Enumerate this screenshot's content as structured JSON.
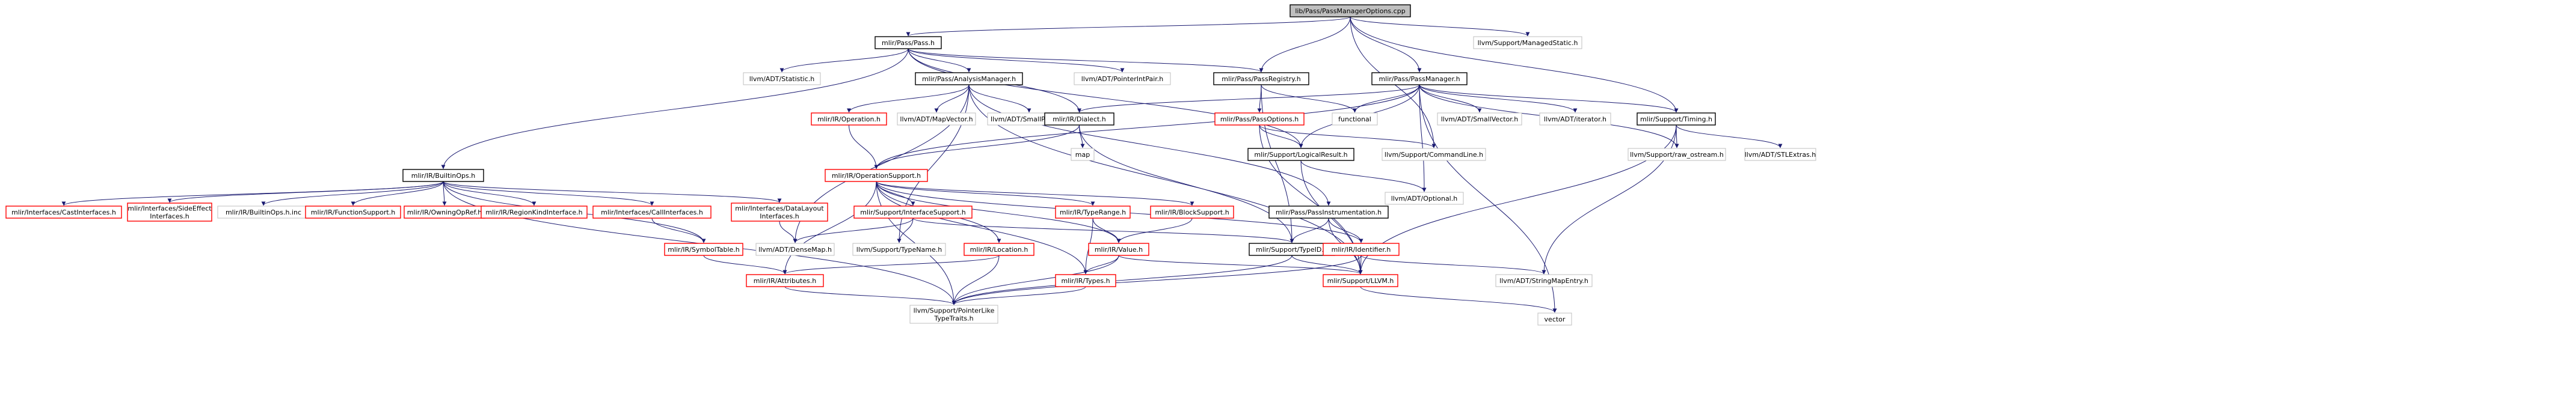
{
  "diagram": {
    "colors": {
      "edge": "#191970",
      "root_fill": "#bfbfbf",
      "outline_black": "#000000",
      "outline_red": "#ff0000",
      "outline_grey": "#bfbfbf"
    },
    "nodes": [
      {
        "id": "root",
        "style": "root",
        "lines": [
          "lib/Pass/PassManagerOptions.cpp"
        ]
      },
      {
        "id": "pass_h",
        "style": "black",
        "lines": [
          "mlir/Pass/Pass.h"
        ]
      },
      {
        "id": "managed_static",
        "style": "grey",
        "lines": [
          "llvm/Support/ManagedStatic.h"
        ]
      },
      {
        "id": "statistic",
        "style": "grey",
        "lines": [
          "llvm/ADT/Statistic.h"
        ]
      },
      {
        "id": "analysis_mgr",
        "style": "black",
        "lines": [
          "mlir/Pass/AnalysisManager.h"
        ]
      },
      {
        "id": "ptr_int_pair",
        "style": "grey",
        "lines": [
          "llvm/ADT/PointerIntPair.h"
        ]
      },
      {
        "id": "pass_registry",
        "style": "black",
        "lines": [
          "mlir/Pass/PassRegistry.h"
        ]
      },
      {
        "id": "pass_manager",
        "style": "black",
        "lines": [
          "mlir/Pass/PassManager.h"
        ]
      },
      {
        "id": "builtin_ops",
        "style": "black",
        "lines": [
          "mlir/IR/BuiltinOps.h"
        ]
      },
      {
        "id": "operation_h",
        "style": "red",
        "lines": [
          "mlir/IR/Operation.h"
        ]
      },
      {
        "id": "map_vector",
        "style": "grey",
        "lines": [
          "llvm/ADT/MapVector.h"
        ]
      },
      {
        "id": "small_ptr_set",
        "style": "grey",
        "lines": [
          "llvm/ADT/SmallPtrSet.h"
        ]
      },
      {
        "id": "dialect_h",
        "style": "black",
        "lines": [
          "mlir/IR/Dialect.h"
        ]
      },
      {
        "id": "pass_options",
        "style": "red",
        "lines": [
          "mlir/Pass/PassOptions.h"
        ]
      },
      {
        "id": "functional",
        "style": "grey",
        "lines": [
          "functional"
        ]
      },
      {
        "id": "small_vector",
        "style": "grey",
        "lines": [
          "llvm/ADT/SmallVector.h"
        ]
      },
      {
        "id": "iterator_h",
        "style": "grey",
        "lines": [
          "llvm/ADT/iterator.h"
        ]
      },
      {
        "id": "timing_h",
        "style": "black",
        "lines": [
          "mlir/Support/Timing.h"
        ]
      },
      {
        "id": "map",
        "style": "grey",
        "lines": [
          "map"
        ]
      },
      {
        "id": "logical_result",
        "style": "black",
        "lines": [
          "mlir/Support/LogicalResult.h"
        ]
      },
      {
        "id": "command_line",
        "style": "grey",
        "lines": [
          "llvm/Support/CommandLine.h"
        ]
      },
      {
        "id": "raw_ostream",
        "style": "grey",
        "lines": [
          "llvm/Support/raw_ostream.h"
        ]
      },
      {
        "id": "stl_extras",
        "style": "grey",
        "lines": [
          "llvm/ADT/STLExtras.h"
        ]
      },
      {
        "id": "optional_h",
        "style": "grey",
        "lines": [
          "llvm/ADT/Optional.h"
        ]
      },
      {
        "id": "op_support",
        "style": "red",
        "lines": [
          "mlir/IR/OperationSupport.h"
        ]
      },
      {
        "id": "cast_interfaces",
        "style": "red",
        "lines": [
          "mlir/Interfaces/CastInterfaces.h"
        ]
      },
      {
        "id": "side_effect",
        "style": "red",
        "lines": [
          "mlir/Interfaces/SideEffect",
          "Interfaces.h"
        ]
      },
      {
        "id": "builtin_ops_inc",
        "style": "grey",
        "lines": [
          "mlir/IR/BuiltinOps.h.inc"
        ]
      },
      {
        "id": "function_support",
        "style": "red",
        "lines": [
          "mlir/IR/FunctionSupport.h"
        ]
      },
      {
        "id": "owning_op_ref",
        "style": "red",
        "lines": [
          "mlir/IR/OwningOpRef.h"
        ]
      },
      {
        "id": "region_kind",
        "style": "red",
        "lines": [
          "mlir/IR/RegionKindInterface.h"
        ]
      },
      {
        "id": "call_interfaces",
        "style": "red",
        "lines": [
          "mlir/Interfaces/CallInterfaces.h"
        ]
      },
      {
        "id": "data_layout",
        "style": "red",
        "lines": [
          "mlir/Interfaces/DataLayout",
          "Interfaces.h"
        ]
      },
      {
        "id": "interface_support",
        "style": "red",
        "lines": [
          "mlir/Support/InterfaceSupport.h"
        ]
      },
      {
        "id": "type_range",
        "style": "red",
        "lines": [
          "mlir/IR/TypeRange.h"
        ]
      },
      {
        "id": "block_support",
        "style": "red",
        "lines": [
          "mlir/IR/BlockSupport.h"
        ]
      },
      {
        "id": "pass_instrumentation",
        "style": "black",
        "lines": [
          "mlir/Pass/PassInstrumentation.h"
        ]
      },
      {
        "id": "symbol_table",
        "style": "red",
        "lines": [
          "mlir/IR/SymbolTable.h"
        ]
      },
      {
        "id": "dense_map",
        "style": "grey",
        "lines": [
          "llvm/ADT/DenseMap.h"
        ]
      },
      {
        "id": "type_name",
        "style": "grey",
        "lines": [
          "llvm/Support/TypeName.h"
        ]
      },
      {
        "id": "location_h",
        "style": "red",
        "lines": [
          "mlir/IR/Location.h"
        ]
      },
      {
        "id": "value_h",
        "style": "red",
        "lines": [
          "mlir/IR/Value.h"
        ]
      },
      {
        "id": "type_id",
        "style": "black",
        "lines": [
          "mlir/Support/TypeID.h"
        ]
      },
      {
        "id": "identifier_h",
        "style": "red",
        "lines": [
          "mlir/IR/Identifier.h"
        ]
      },
      {
        "id": "attributes_h",
        "style": "red",
        "lines": [
          "mlir/IR/Attributes.h"
        ]
      },
      {
        "id": "types_h",
        "style": "red",
        "lines": [
          "mlir/IR/Types.h"
        ]
      },
      {
        "id": "llvm_h",
        "style": "red",
        "lines": [
          "mlir/Support/LLVM.h"
        ]
      },
      {
        "id": "string_map_entry",
        "style": "grey",
        "lines": [
          "llvm/ADT/StringMapEntry.h"
        ]
      },
      {
        "id": "pointer_like",
        "style": "grey",
        "lines": [
          "llvm/Support/PointerLike",
          "TypeTraits.h"
        ]
      },
      {
        "id": "vector",
        "style": "grey",
        "lines": [
          "vector"
        ]
      }
    ],
    "edges": [
      [
        "root",
        "pass_h"
      ],
      [
        "root",
        "managed_static"
      ],
      [
        "root",
        "pass_registry"
      ],
      [
        "root",
        "pass_manager"
      ],
      [
        "root",
        "command_line"
      ],
      [
        "root",
        "timing_h"
      ],
      [
        "pass_h",
        "statistic"
      ],
      [
        "pass_h",
        "analysis_mgr"
      ],
      [
        "pass_h",
        "ptr_int_pair"
      ],
      [
        "pass_h",
        "pass_registry"
      ],
      [
        "pass_h",
        "builtin_ops"
      ],
      [
        "pass_h",
        "dialect_h"
      ],
      [
        "pass_h",
        "logical_result"
      ],
      [
        "analysis_mgr",
        "operation_h"
      ],
      [
        "analysis_mgr",
        "map_vector"
      ],
      [
        "analysis_mgr",
        "small_ptr_set"
      ],
      [
        "analysis_mgr",
        "pass_instrumentation"
      ],
      [
        "analysis_mgr",
        "dense_map"
      ],
      [
        "analysis_mgr",
        "type_name"
      ],
      [
        "analysis_mgr",
        "llvm_h"
      ],
      [
        "pass_registry",
        "pass_options"
      ],
      [
        "pass_registry",
        "functional"
      ],
      [
        "pass_registry",
        "type_id"
      ],
      [
        "pass_manager",
        "dialect_h"
      ],
      [
        "pass_manager",
        "op_support"
      ],
      [
        "pass_manager",
        "functional"
      ],
      [
        "pass_manager",
        "logical_result"
      ],
      [
        "pass_manager",
        "small_vector"
      ],
      [
        "pass_manager",
        "iterator_h"
      ],
      [
        "pass_manager",
        "timing_h"
      ],
      [
        "pass_manager",
        "raw_ostream"
      ],
      [
        "pass_manager",
        "optional_h"
      ],
      [
        "pass_manager",
        "vector"
      ],
      [
        "builtin_ops",
        "cast_interfaces"
      ],
      [
        "builtin_ops",
        "side_effect"
      ],
      [
        "builtin_ops",
        "builtin_ops_inc"
      ],
      [
        "builtin_ops",
        "function_support"
      ],
      [
        "builtin_ops",
        "owning_op_ref"
      ],
      [
        "builtin_ops",
        "region_kind"
      ],
      [
        "builtin_ops",
        "call_interfaces"
      ],
      [
        "builtin_ops",
        "data_layout"
      ],
      [
        "builtin_ops",
        "symbol_table"
      ],
      [
        "builtin_ops",
        "pointer_like"
      ],
      [
        "operation_h",
        "op_support"
      ],
      [
        "dialect_h",
        "op_support"
      ],
      [
        "dialect_h",
        "map"
      ],
      [
        "dialect_h",
        "type_id"
      ],
      [
        "pass_options",
        "logical_result"
      ],
      [
        "pass_options",
        "command_line"
      ],
      [
        "pass_options",
        "llvm_h"
      ],
      [
        "timing_h",
        "raw_ostream"
      ],
      [
        "timing_h",
        "stl_extras"
      ],
      [
        "timing_h",
        "string_map_entry"
      ],
      [
        "timing_h",
        "llvm_h"
      ],
      [
        "logical_result",
        "optional_h"
      ],
      [
        "logical_result",
        "llvm_h"
      ],
      [
        "op_support",
        "interface_support"
      ],
      [
        "op_support",
        "type_range"
      ],
      [
        "op_support",
        "block_support"
      ],
      [
        "op_support",
        "location_h"
      ],
      [
        "op_support",
        "value_h"
      ],
      [
        "op_support",
        "identifier_h"
      ],
      [
        "op_support",
        "attributes_h"
      ],
      [
        "op_support",
        "types_h"
      ],
      [
        "op_support",
        "pointer_like"
      ],
      [
        "call_interfaces",
        "symbol_table"
      ],
      [
        "data_layout",
        "dense_map"
      ],
      [
        "symbol_table",
        "attributes_h"
      ],
      [
        "interface_support",
        "dense_map"
      ],
      [
        "interface_support",
        "type_name"
      ],
      [
        "interface_support",
        "type_id"
      ],
      [
        "type_range",
        "value_h"
      ],
      [
        "type_range",
        "types_h"
      ],
      [
        "block_support",
        "value_h"
      ],
      [
        "pass_instrumentation",
        "type_id"
      ],
      [
        "pass_instrumentation",
        "identifier_h"
      ],
      [
        "pass_instrumentation",
        "llvm_h"
      ],
      [
        "location_h",
        "attributes_h"
      ],
      [
        "location_h",
        "pointer_like"
      ],
      [
        "value_h",
        "types_h"
      ],
      [
        "value_h",
        "llvm_h"
      ],
      [
        "value_h",
        "pointer_like"
      ],
      [
        "type_id",
        "llvm_h"
      ],
      [
        "type_id",
        "pointer_like"
      ],
      [
        "identifier_h",
        "llvm_h"
      ],
      [
        "identifier_h",
        "string_map_entry"
      ],
      [
        "identifier_h",
        "pointer_like"
      ],
      [
        "attributes_h",
        "pointer_like"
      ],
      [
        "types_h",
        "pointer_like"
      ],
      [
        "llvm_h",
        "vector"
      ]
    ]
  }
}
